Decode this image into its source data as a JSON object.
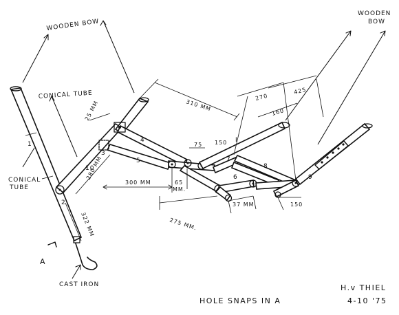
{
  "labels": {
    "wooden_bow_left": "WOODEN BOW",
    "wooden_bow_right_1": "WOODEN",
    "wooden_bow_right_2": "BOW",
    "conical_tube_top": "CONICAL TUBE",
    "conical_tube_left_1": "CONICAL",
    "conical_tube_left_2": "TUBE",
    "cast_iron": "CAST IRON",
    "a_mark": "A",
    "hole_snaps": "HOLE SNAPS IN A",
    "signature_1": "H.v THIEL",
    "signature_2": "4-10 '75"
  },
  "dimensions": {
    "d310": "310 MM",
    "d270": "270",
    "d425": "425",
    "d160": "160",
    "d150a": "150",
    "d75": "75",
    "d25": "25 MM",
    "d280": "280 MM",
    "d300": "300 MM",
    "d65": "65",
    "d65mm": "MM.",
    "d275": "275 MM.",
    "d37": "37 MM",
    "d150b": "150",
    "d322": "322 MM"
  },
  "part_numbers": {
    "p1": "1",
    "p2": "2",
    "p3": "3",
    "p4": "4",
    "p5": "5",
    "p6": "6",
    "p7": "7",
    "p8": "8",
    "p9": "9",
    "p10": "10",
    "pI": "I"
  }
}
